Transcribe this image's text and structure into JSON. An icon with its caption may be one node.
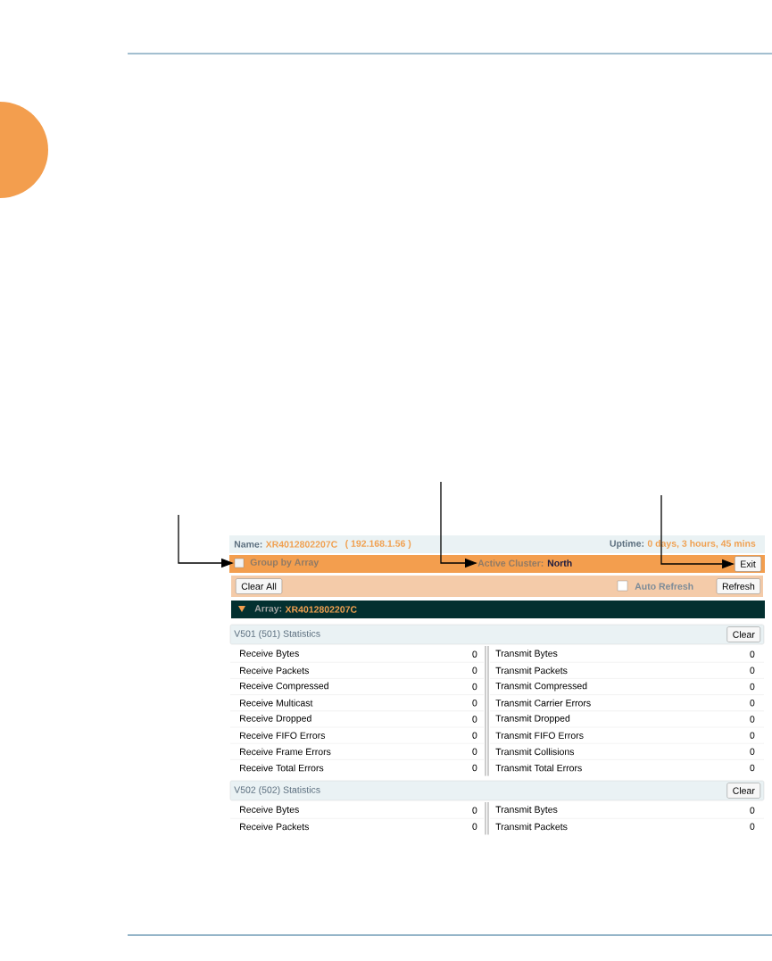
{
  "diagram": {
    "nodes": [
      {
        "text": [
          "Group by Array"
        ]
      },
      {
        "text": [
          "Active Cluster:",
          "North"
        ]
      },
      {
        "text": [
          "Exit"
        ]
      }
    ],
    "edges": [
      {
        "from": null,
        "to": 0,
        "arrow": "to"
      },
      {
        "from": null,
        "to": 1,
        "arrow": "to"
      },
      {
        "from": null,
        "to": 2,
        "arrow": "to"
      }
    ],
    "labels": [
      "Name:",
      "XR4012802207C",
      "( 192.168.1.56 )",
      "Uptime:",
      "0 days, 3 hours, 45 mins",
      "Clear All",
      "Auto Refresh",
      "Refresh",
      "Array:",
      "XR4012802207C",
      "V501 (501) Statistics",
      "Clear",
      "Receive Bytes",
      "0",
      "Transmit Bytes",
      "0",
      "Receive Packets",
      "0",
      "Transmit Packets",
      "0",
      "Receive Compressed",
      "0",
      "Transmit Compressed",
      "0",
      "Receive Multicast",
      "0",
      "Transmit Carrier Errors",
      "0",
      "Receive Dropped",
      "0",
      "Transmit Dropped",
      "0",
      "Receive FIFO Errors",
      "0",
      "Transmit FIFO Errors",
      "0",
      "Receive Frame Errors",
      "0",
      "Transmit Collisions",
      "0",
      "Receive Total Errors",
      "0",
      "Transmit Total Errors",
      "0",
      "V502 (502) Statistics",
      "Clear",
      "Receive Bytes",
      "0",
      "Transmit Bytes",
      "0",
      "Receive Packets",
      "0",
      "Transmit Packets",
      "0"
    ]
  }
}
